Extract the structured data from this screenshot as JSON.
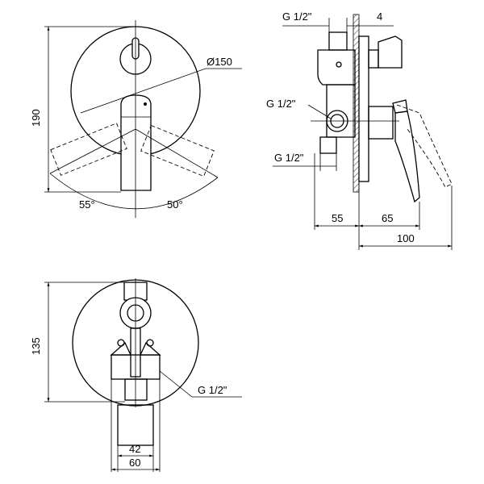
{
  "front_view": {
    "height_label": "190",
    "diameter_label": "Ø150",
    "angle_left_label": "55°",
    "angle_right_label": "50°"
  },
  "side_view": {
    "thread_top_label": "G 1/2\"",
    "wall_label": "4",
    "thread_mid_label": "G 1/2\"",
    "thread_bottom_label": "G 1/2\"",
    "dim_55_label": "55",
    "dim_65_label": "65",
    "dim_100_label": "100"
  },
  "bottom_view": {
    "height_label": "135",
    "thread_label": "G 1/2\"",
    "width_inner_label": "42",
    "width_outer_label": "60"
  },
  "colors": {
    "line": "#000000",
    "background": "#ffffff",
    "wall_hatch": "#777777"
  }
}
